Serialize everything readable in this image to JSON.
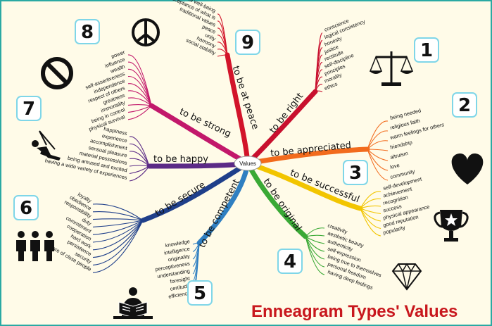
{
  "title": "Enneagram Types' Values",
  "center": "Values",
  "types": [
    {
      "number": "1",
      "branch": "to be right",
      "color": "#c8102e",
      "icon": "scales-icon",
      "values": [
        "conscience",
        "logical consistency",
        "honesty",
        "justice",
        "rectitude",
        "self-discipline",
        "principles",
        "morality",
        "ethics"
      ]
    },
    {
      "number": "2",
      "branch": "to be appreciated",
      "color": "#f26b1d",
      "icon": "heart-icon",
      "values": [
        "being needed",
        "religious faith",
        "warm feelings for others",
        "friendship",
        "altruism",
        "love",
        "community"
      ]
    },
    {
      "number": "3",
      "branch": "to be successful",
      "color": "#f2c500",
      "icon": "trophy-icon",
      "values": [
        "self-development",
        "achievement",
        "recognition",
        "success",
        "physical appearance",
        "good reputation",
        "popularity"
      ]
    },
    {
      "number": "4",
      "branch": "to be original",
      "color": "#3aa935",
      "icon": "diamond-icon",
      "values": [
        "creativity",
        "aesthetic beauty",
        "authenticity",
        "self-expression",
        "being true to themselves",
        "personal freedom",
        "having deep feelings"
      ]
    },
    {
      "number": "5",
      "branch": "to be competent",
      "color": "#2f7fc1",
      "icon": "reader-icon",
      "values": [
        "knowledge",
        "intelligence",
        "originality",
        "perceptiveness",
        "understanding",
        "foresight",
        "certitude",
        "efficiency"
      ]
    },
    {
      "number": "6",
      "branch": "to be secure",
      "color": "#1f3f8a",
      "icon": "group-icon",
      "values": [
        "loyalty",
        "obedience",
        "responsibility",
        "duty",
        "commitment",
        "cooperation",
        "hard work",
        "persistence",
        "security",
        "welfare of close people"
      ]
    },
    {
      "number": "7",
      "branch": "to be happy",
      "color": "#5b2a86",
      "icon": "swing-icon",
      "values": [
        "happiness",
        "experience",
        "accomplishment",
        "sensual pleasure",
        "material possessions",
        "being amused and excited",
        "having a wide variety of experiences"
      ]
    },
    {
      "number": "8",
      "branch": "to be strong",
      "color": "#c2186b",
      "icon": "prohibited-icon",
      "values": [
        "power",
        "influence",
        "wealth",
        "self-assertiveness",
        "independence",
        "respect of others",
        "greatness",
        "immortality",
        "being in control",
        "physical survival"
      ]
    },
    {
      "number": "9",
      "branch": "to be at peace",
      "color": "#d2142a",
      "icon": "peace-icon",
      "values": [
        "emotional well-being",
        "acceptance of what is",
        "traditional values",
        "peace",
        "unity",
        "harmony",
        "social stability"
      ]
    }
  ]
}
